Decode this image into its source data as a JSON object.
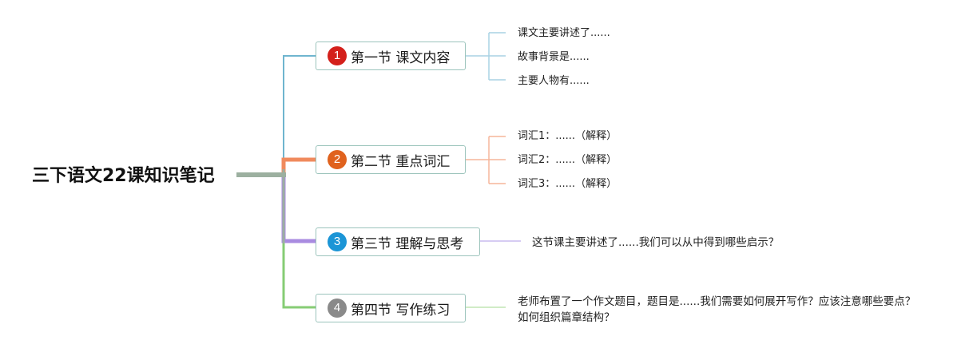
{
  "root": {
    "title": "三下语文22课知识笔记"
  },
  "colors": {
    "root_branch": "#9cb0a0",
    "node_border": "#9cc4bc"
  },
  "sections": [
    {
      "number": "1",
      "title": "第一节 课文内容",
      "color": "#d4201b",
      "branch_color": "#6fb5cf",
      "leaf_color": "#a8d2e4",
      "leaves": [
        "课文主要讲述了......",
        "故事背景是......",
        "主要人物有......"
      ]
    },
    {
      "number": "2",
      "title": "第二节 重点词汇",
      "color": "#e0621e",
      "branch_color": "#f08a5d",
      "leaf_color": "#f5b59a",
      "leaves": [
        "词汇1：......（解释）",
        "词汇2：......（解释）",
        "词汇3：......（解释）"
      ]
    },
    {
      "number": "3",
      "title": "第三节 理解与思考",
      "color": "#1b95d6",
      "branch_color": "#a98be0",
      "leaf_color": "#c9bbef",
      "leaves": [
        "这节课主要讲述了......我们可以从中得到哪些启示？"
      ]
    },
    {
      "number": "4",
      "title": "第四节 写作练习",
      "color": "#8a8a8a",
      "branch_color": "#86cc74",
      "leaf_color": "#c0e6b3",
      "leaves": [
        "老师布置了一个作文题目，题目是......我们需要如何展开写作？应该注意哪些要点？如何组织篇章结构？"
      ]
    }
  ]
}
